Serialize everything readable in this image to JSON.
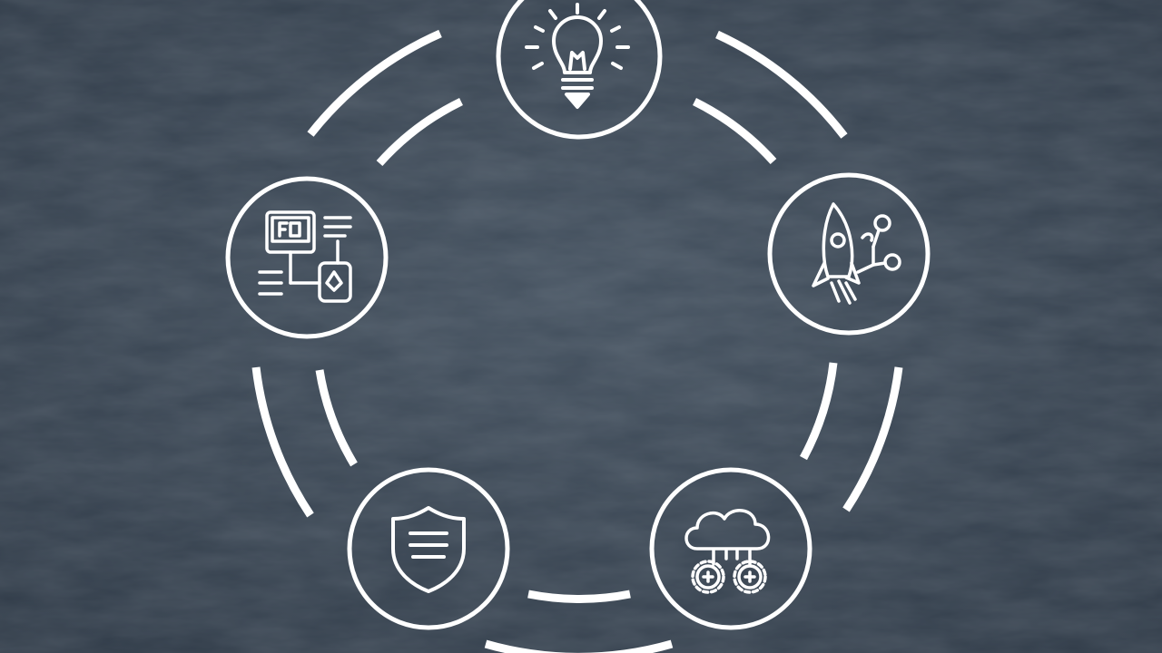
{
  "colors": {
    "background": "#3d4a5a",
    "background_dark": "#2f3a48",
    "stroke": "#ffffff"
  },
  "diagram": {
    "type": "cycle",
    "nodes": [
      {
        "id": "idea",
        "icon": "lightbulb-icon"
      },
      {
        "id": "launch",
        "icon": "rocket-icon"
      },
      {
        "id": "cloud",
        "icon": "cloud-gears-icon"
      },
      {
        "id": "security",
        "icon": "shield-icon"
      },
      {
        "id": "workflow",
        "icon": "flowchart-icon"
      }
    ],
    "connector_style": "double-arc"
  }
}
